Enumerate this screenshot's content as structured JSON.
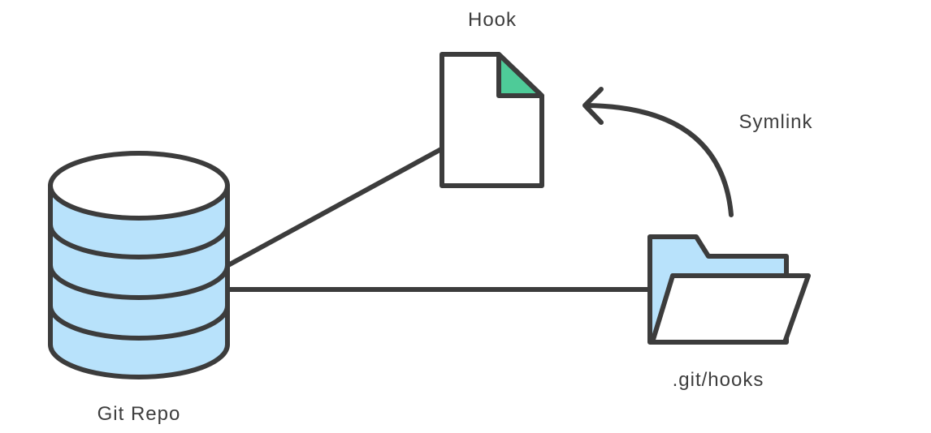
{
  "labels": {
    "hook": "Hook",
    "symlink": "Symlink",
    "git_hooks": ".git/hooks",
    "git_repo": "Git Repo"
  },
  "colors": {
    "stroke": "#3c3c3c",
    "database_fill": "#b8e2fb",
    "folder_fill": "#b8e2fb",
    "file_fold": "#4ecb98",
    "paper": "#ffffff"
  },
  "icons": {
    "database": "database-icon",
    "file": "file-icon",
    "folder": "folder-icon",
    "arrow": "curved-arrow-icon"
  }
}
